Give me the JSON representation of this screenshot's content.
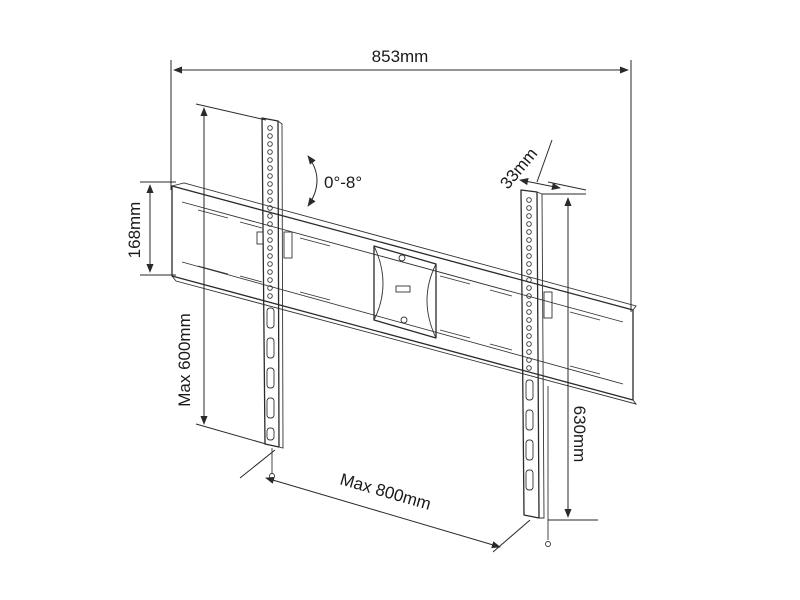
{
  "dimensions": {
    "overall_width": "853mm",
    "depth": "33mm",
    "tilt": "0°-8°",
    "frame_height": "168mm",
    "max_vertical": "Max 600mm",
    "bracket_height": "630mm",
    "max_horizontal": "Max 800mm"
  },
  "colors": {
    "line": "#2a2a2a",
    "background": "#ffffff"
  }
}
